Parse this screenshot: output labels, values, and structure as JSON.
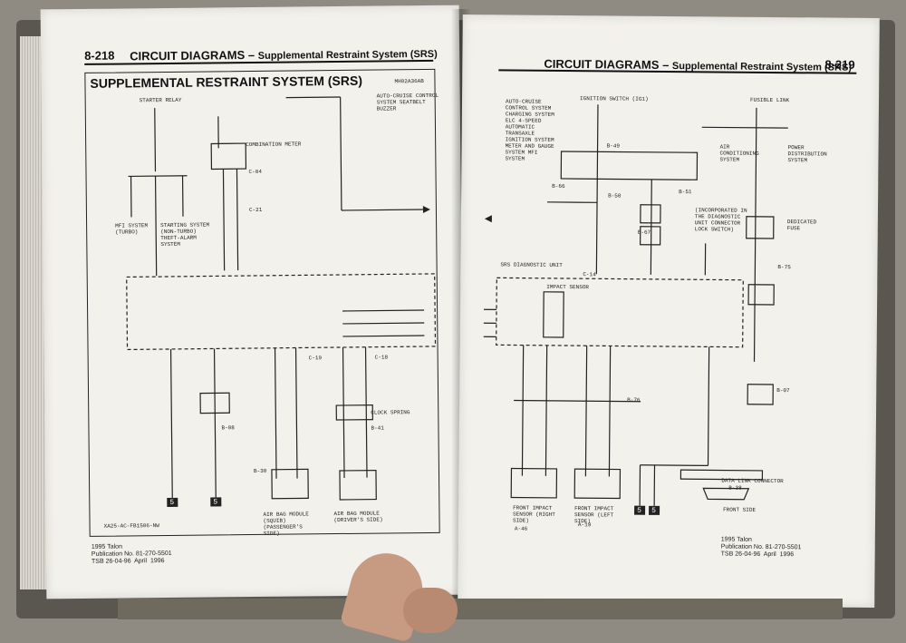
{
  "left_page": {
    "page_number": "8-218",
    "header_title": "CIRCUIT DIAGRAMS",
    "header_subtitle": "Supplemental Restraint System (SRS)",
    "diagram_title": "SUPPLEMENTAL RESTRAINT SYSTEM (SRS)",
    "diagram_code": "MH02A36AB",
    "labels": {
      "starter_relay": "STARTER RELAY",
      "combination_meter": "COMBINATION METER",
      "auto_cruise": "AUTO-CRUISE CONTROL SYSTEM SEATBELT BUZZER",
      "mfi_system": "MFI SYSTEM (TURBO)",
      "starting_system": "STARTING SYSTEM (NON-TURBO) THEFT-ALARM SYSTEM",
      "conn_c04": "C-04",
      "conn_c21": "C-21",
      "conn_c19": "C-19",
      "conn_c18": "C-18",
      "conn_b08": "B-08",
      "conn_b30": "B-30",
      "conn_b41": "B-41",
      "clock_spring": "CLOCK SPRING",
      "passenger_module": "AIR BAG MODULE (SQUIB) (PASSENGER'S SIDE)",
      "driver_module": "AIR BAG MODULE (DRIVER'S SIDE)",
      "ground_left": "5",
      "ground_right": "5",
      "figure_code": "XA25-AC-FB1506-NW"
    },
    "footer": {
      "line1": "1995 Talon",
      "line2": "Publication No. 81-270-5501",
      "line3": "TSB 26-04-96  April  1996"
    }
  },
  "right_page": {
    "page_number": "8-219",
    "header_title": "CIRCUIT DIAGRAMS",
    "header_subtitle": "Supplemental Restraint System (SRS)",
    "labels": {
      "ignition_switch": "IGNITION SWITCH (IG1)",
      "fusible_link": "FUSIBLE LINK",
      "auto_cruise_list": "AUTO-CRUISE CONTROL SYSTEM CHARGING SYSTEM ELC 4-SPEED AUTOMATIC TRANSAXLE IGNITION SYSTEM METER AND GAUGE SYSTEM MFI SYSTEM",
      "air_conditioning": "AIR CONDITIONING SYSTEM",
      "power_distribution": "POWER DISTRIBUTION SYSTEM",
      "dedicated_fuse": "DEDICATED FUSE",
      "incorporated": "(INCORPORATED IN THE DIAGNOSTIC UNIT CONNECTOR LOCK SWITCH)",
      "srs_unit": "SRS DIAGNOSTIC UNIT",
      "impact_sensor": "IMPACT SENSOR",
      "conn_c14": "C-14",
      "conn_b49": "B-49",
      "conn_b51": "B-51",
      "conn_b66": "B-66",
      "conn_b50": "B-50",
      "conn_b67": "B-67",
      "conn_b75": "B-75",
      "conn_b76": "B-76",
      "conn_b07": "B-07",
      "conn_b38": "B-38",
      "conn_a46": "A-46",
      "conn_a19": "A-19",
      "front_sensor_right": "FRONT IMPACT SENSOR (RIGHT SIDE)",
      "front_sensor_left": "FRONT IMPACT SENSOR (LEFT SIDE)",
      "data_link": "DATA LINK CONNECTOR",
      "front_side": "FRONT SIDE",
      "ground_1": "5",
      "ground_2": "5"
    },
    "footer": {
      "line1": "1995 Talon",
      "line2": "Publication No. 81-270-5501",
      "line3": "TSB 26-04-96  April  1996"
    }
  }
}
